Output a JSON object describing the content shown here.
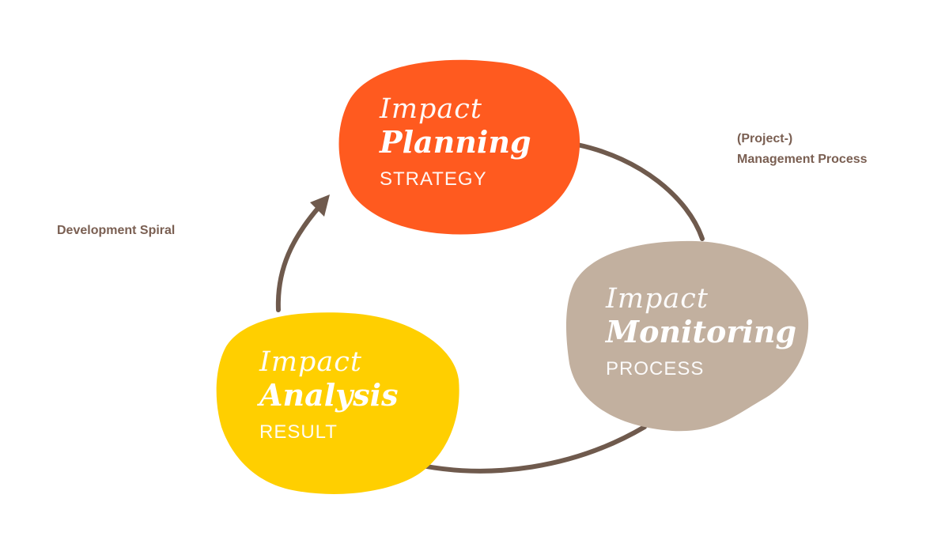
{
  "colors": {
    "planning": "#ff5a1f",
    "monitoring": "#c2b09f",
    "analysis": "#ffcf00",
    "arrow": "#6f5a4d",
    "label": "#7a5f52"
  },
  "nodes": {
    "planning": {
      "line1": "Impact",
      "line2": "Planning",
      "line3": "STRATEGY"
    },
    "monitoring": {
      "line1": "Impact",
      "line2": "Monitoring",
      "line3": "PROCESS"
    },
    "analysis": {
      "line1": "Impact",
      "line2": "Analysis",
      "line3": "RESULT"
    }
  },
  "labels": {
    "management_line1": "(Project-)",
    "management_line2": "Management Process",
    "development": "Development Spiral"
  }
}
